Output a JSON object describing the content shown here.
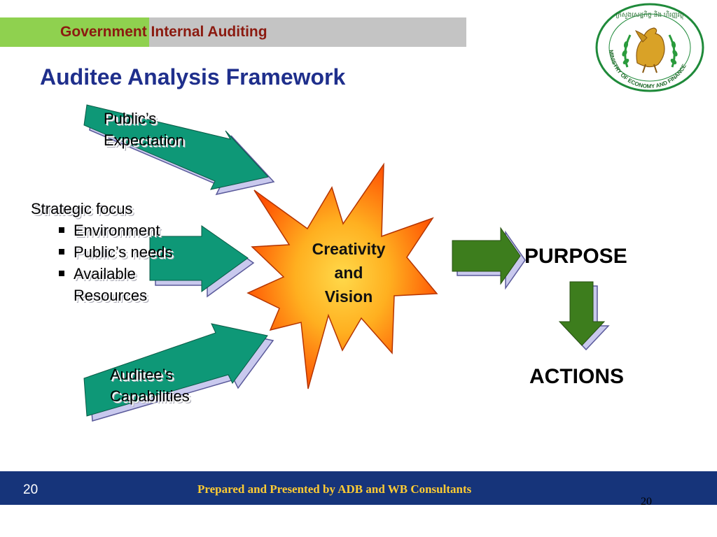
{
  "header": {
    "title": "Government Internal Auditing"
  },
  "slide": {
    "title": "Auditee Analysis Framework"
  },
  "logo": {
    "icon": "ministry-seal-emblem",
    "text": "MINISTRY OF ECONOMY AND FINANCE",
    "khmer_text": "ក្រសួងសេដ្ឋកិច្ច និង ហិរញ្ញវត្ថុ"
  },
  "diagram": {
    "input_top": {
      "line1": "Public’s",
      "line2": "Expectation"
    },
    "input_middle": {
      "heading": "Strategic focus",
      "items": [
        "Environment",
        "Public’s needs",
        "Available Resources"
      ]
    },
    "input_bottom": {
      "line1": "Auditee’s",
      "line2": "Capabilities"
    },
    "center": {
      "line1": "Creativity",
      "line2": "and",
      "line3": "Vision"
    },
    "purpose": "PURPOSE",
    "actions": "ACTIONS",
    "colors": {
      "input_arrow": "#0e9877",
      "output_arrow": "#3d7d1d",
      "star_outer": "#ff6a00",
      "star_inner": "#ffd24a"
    }
  },
  "footer": {
    "slide_number": "20",
    "credit": "Prepared and Presented by ADB and WB Consultants",
    "page_number": "20",
    "background": "#16347a",
    "credit_color": "#ffcc33"
  }
}
